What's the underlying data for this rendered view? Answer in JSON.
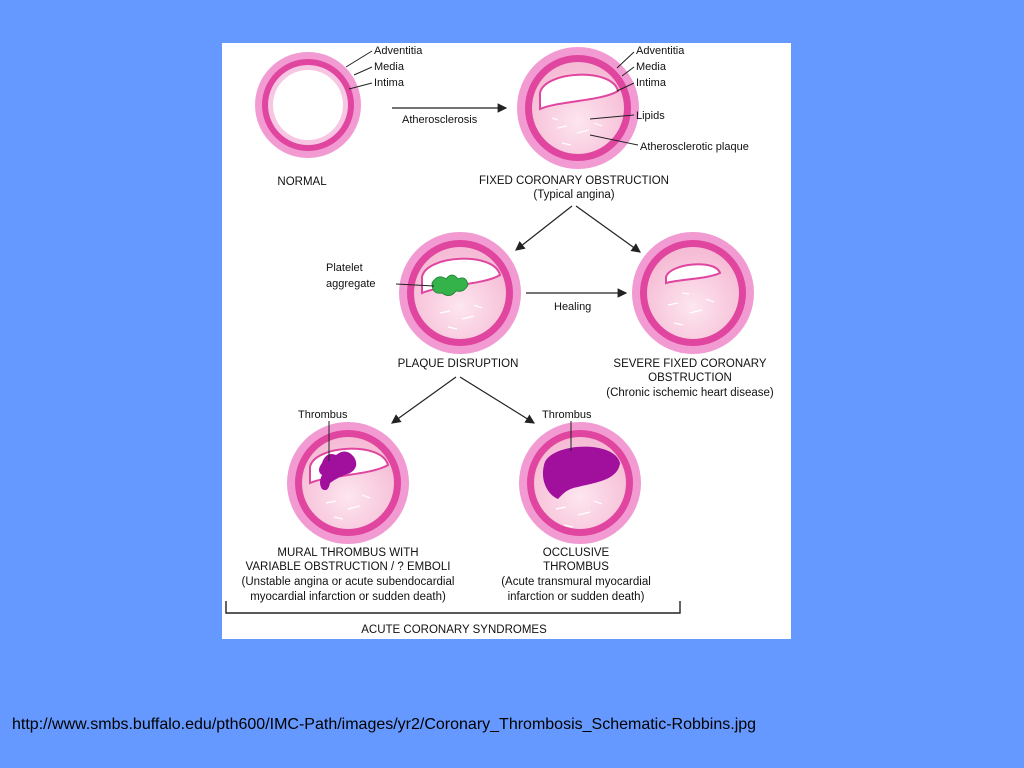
{
  "figure": {
    "labels": {
      "adventitia": "Adventitia",
      "media": "Media",
      "intima": "Intima",
      "lipids": "Lipids",
      "atherosclerotic_plaque": "Atherosclerotic plaque",
      "platelet_line1": "Platelet",
      "platelet_line2": "aggregate",
      "thrombus": "Thrombus"
    },
    "arrows": {
      "atherosclerosis": "Atherosclerosis",
      "healing": "Healing"
    },
    "captions": {
      "normal": "NORMAL",
      "fixed_line1": "FIXED CORONARY OBSTRUCTION",
      "fixed_line2": "(Typical angina)",
      "disruption": "PLAQUE DISRUPTION",
      "severe_line1": "SEVERE FIXED CORONARY",
      "severe_line2": "OBSTRUCTION",
      "severe_line3": "(Chronic ischemic heart disease)",
      "mural_line1": "MURAL THROMBUS WITH",
      "mural_line2": "VARIABLE OBSTRUCTION / ? EMBOLI",
      "mural_line3": "(Unstable angina or acute subendocardial",
      "mural_line4": "myocardial infarction or sudden death)",
      "occlusive_line1": "OCCLUSIVE",
      "occlusive_line2": "THROMBUS",
      "occlusive_line3": "(Acute transmural myocardial",
      "occlusive_line4": "infarction or sudden death)",
      "acs": "ACUTE CORONARY SYNDROMES"
    }
  },
  "colors": {
    "background": "#6699ff",
    "adventitia": "#f08ccf",
    "media": "#e0409f",
    "intima": "#f7c6e2",
    "plaque": "#f9d2e2",
    "platelet": "#33b34a",
    "thrombus": "#a0109c"
  },
  "source_url": "http://www.smbs.buffalo.edu/pth600/IMC-Path/images/yr2/Coronary_Thrombosis_Schematic-Robbins.jpg"
}
